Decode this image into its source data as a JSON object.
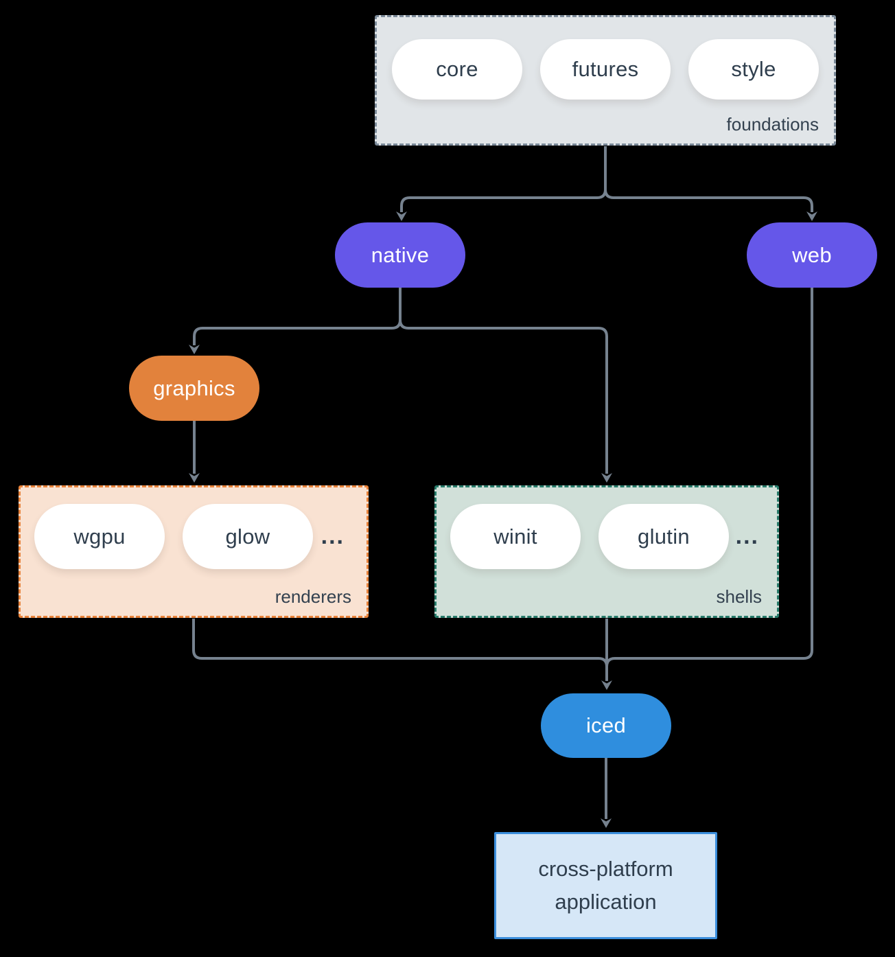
{
  "foundations": {
    "label": "foundations",
    "items": [
      "core",
      "futures",
      "style"
    ]
  },
  "native": {
    "label": "native"
  },
  "web": {
    "label": "web"
  },
  "graphics": {
    "label": "graphics"
  },
  "renderers": {
    "label": "renderers",
    "items": [
      "wgpu",
      "glow"
    ],
    "ellipsis": "..."
  },
  "shells": {
    "label": "shells",
    "items": [
      "winit",
      "glutin"
    ],
    "ellipsis": "..."
  },
  "iced": {
    "label": "iced"
  },
  "app": {
    "label": "cross-platform application"
  },
  "colors": {
    "background": "#000000",
    "edge": "#76828f",
    "node_purple": "#6557e9",
    "node_orange": "#e2823c",
    "node_blue": "#2f8ede",
    "pill_white": "#ffffff",
    "text_dark": "#2f3e4d",
    "foundations_fill": "#e1e5e8",
    "foundations_border": "#7b8a99",
    "renderers_fill": "#f9e2d2",
    "renderers_border": "#e8823a",
    "shells_fill": "#d1e0d9",
    "shells_border": "#277b6a",
    "app_fill": "#d6e7f7",
    "app_border": "#3b8edc"
  }
}
